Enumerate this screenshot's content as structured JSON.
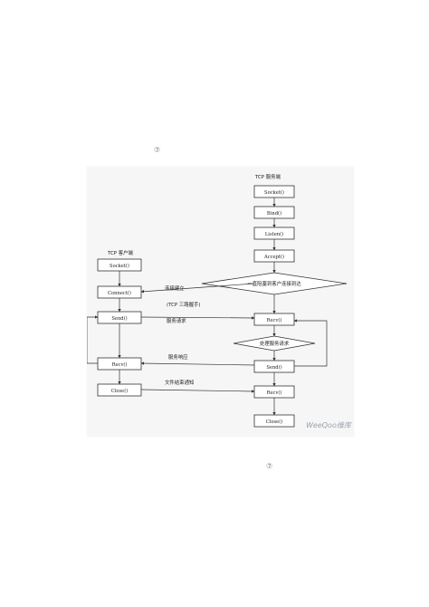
{
  "page": {
    "marker_top": "⑦",
    "marker_bottom": "⑦"
  },
  "diagram": {
    "server_title": "TCP 服务端",
    "client_title": "TCP 客户端",
    "server_nodes": {
      "socket": "Socket()",
      "bind": "Bind()",
      "listen": "Listen()",
      "accept": "Accept()",
      "recv1": "Recv()",
      "send": "Send()",
      "recv2": "Recv()",
      "close": "Close()"
    },
    "client_nodes": {
      "socket": "Socket()",
      "connect": "Connect()",
      "send": "Send()",
      "recv": "Recv()",
      "close": "Close()"
    },
    "decisions": {
      "block": "一直阻塞到客户连接到达",
      "process": "处理服务请求"
    },
    "edge_labels": {
      "connect": "连接建立",
      "handshake": "(TCP 三路握手)",
      "request": "服务请求",
      "response": "服务响应",
      "eof": "文件结束通知"
    },
    "watermark": "WeeQoo维库"
  }
}
